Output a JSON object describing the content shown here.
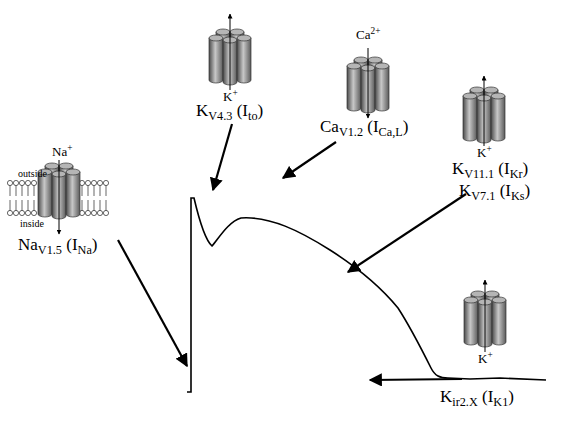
{
  "diagram": {
    "labels": [
      "Ca2+",
      "K+",
      "KV4.3 (Ito)",
      "CaV1.2 (ICa,L)",
      "Na+",
      "outside",
      "inside",
      "NaV1.5 (INa)",
      "K+",
      "KV11.1 (IKr)",
      "KV7.1 (IKs)",
      "K+",
      "Kir2.X (IK1)"
    ]
  }
}
